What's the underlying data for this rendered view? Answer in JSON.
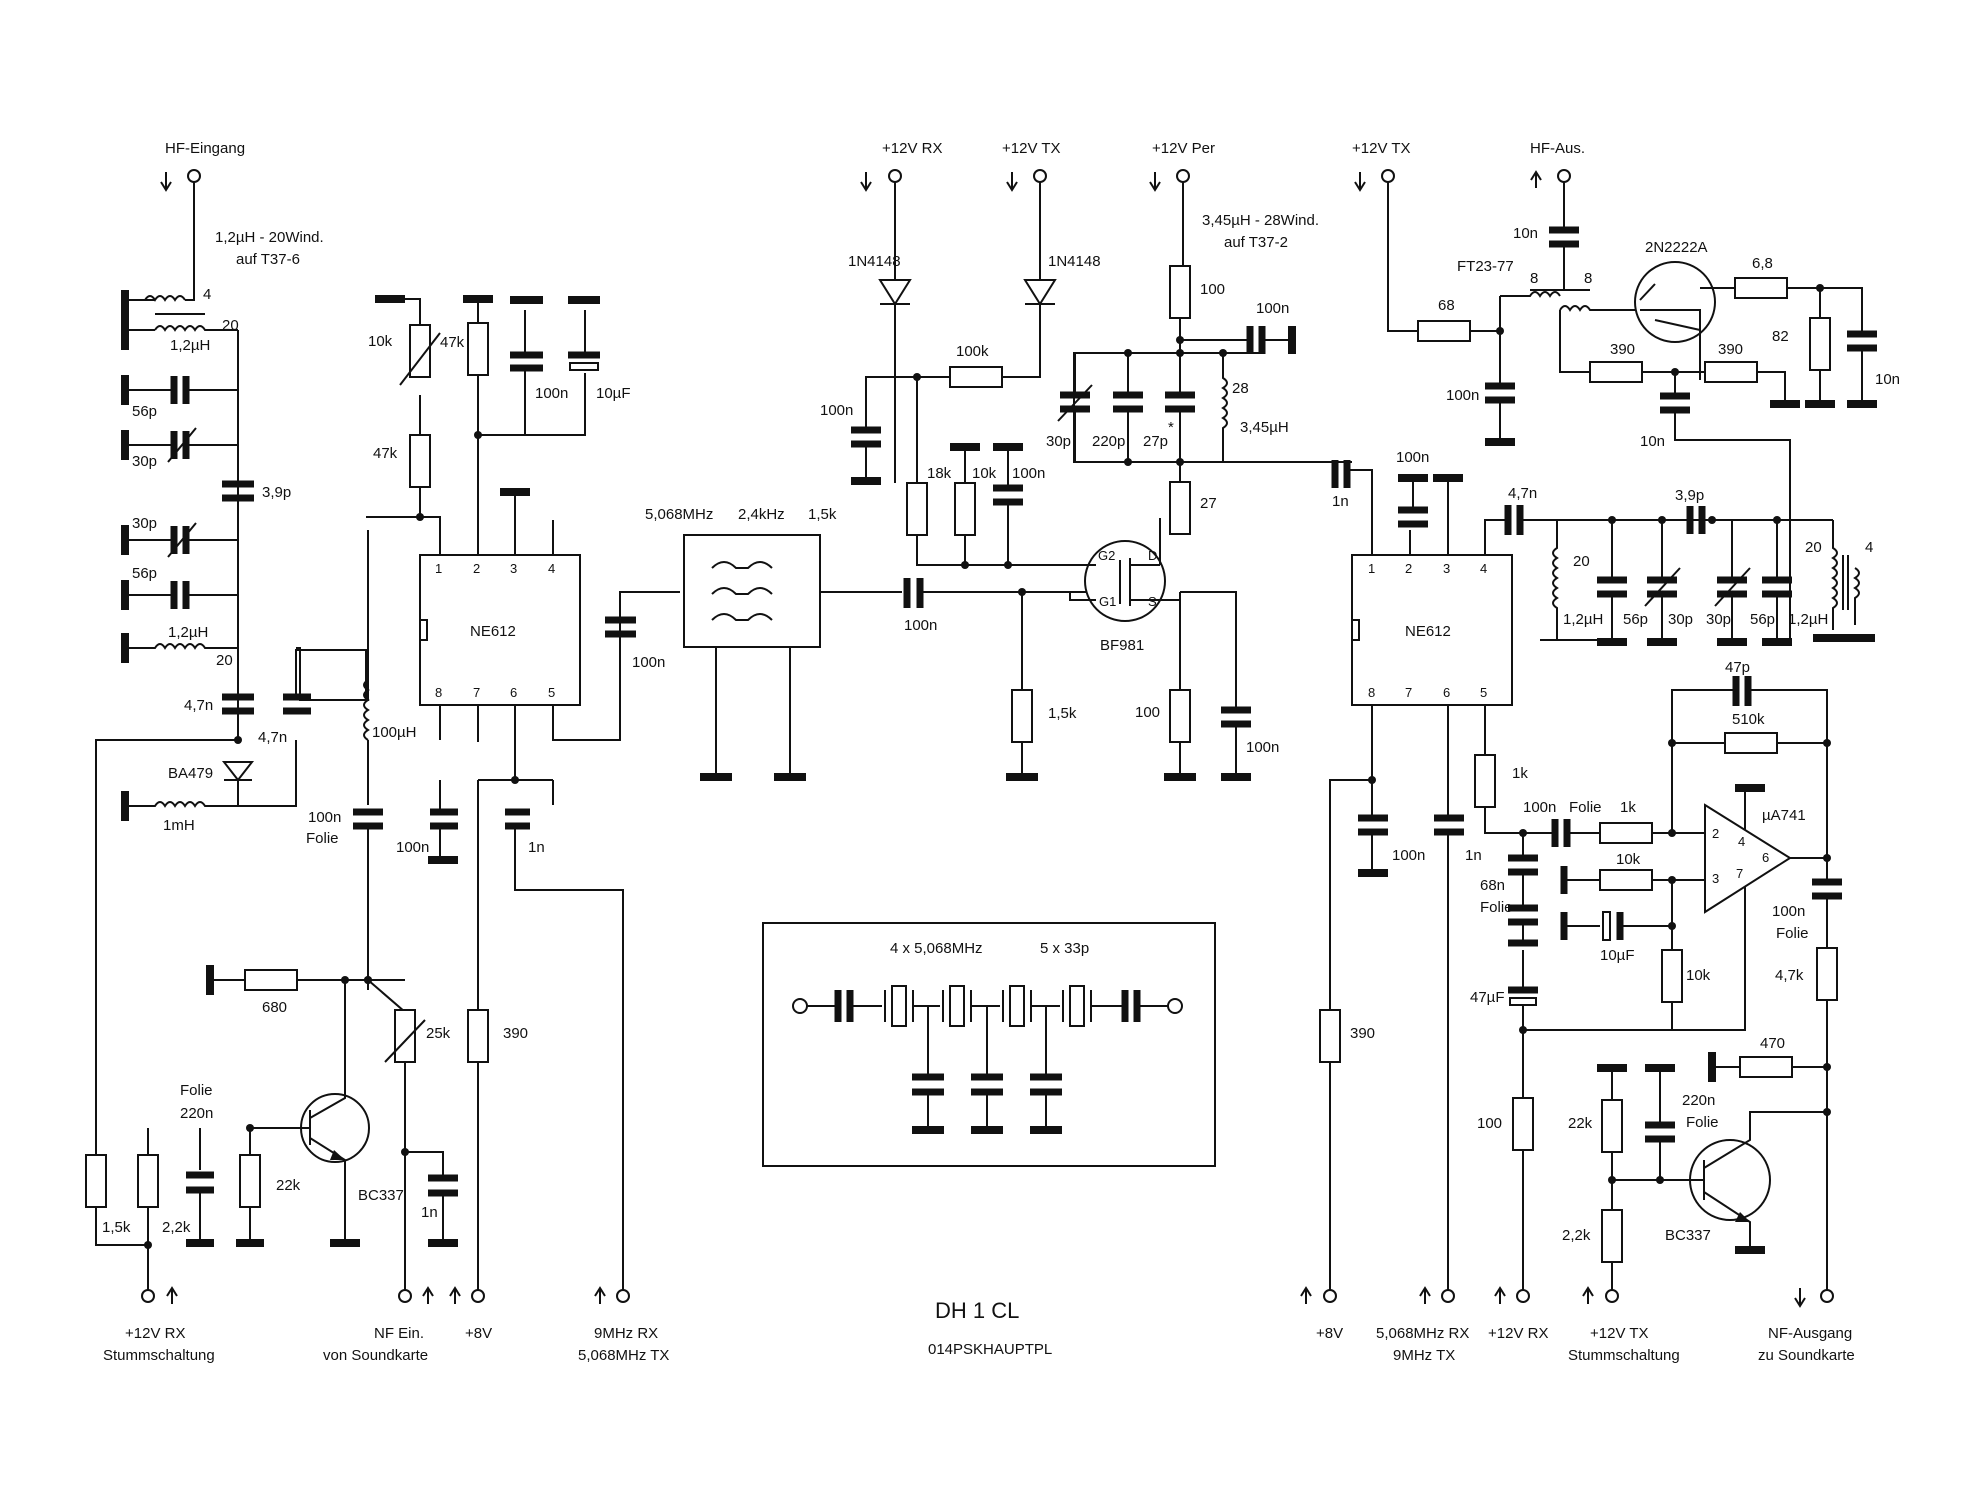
{
  "title": "DH 1 CL",
  "drawing_id": "014PSKHAUPTPL",
  "terminals": {
    "hf_in": "HF-Eingang",
    "rx12_left": "+12V RX",
    "mute_left": "Stummschaltung",
    "nf_in_1": "NF Ein.",
    "nf_in_2": "von Soundkarte",
    "p8v_left": "+8V",
    "if_left_1": "9MHz RX",
    "if_left_2": "5,068MHz TX",
    "rx12_top": "+12V RX",
    "tx12_top": "+12V TX",
    "per12_top": "+12V Per",
    "tx12_right_top": "+12V TX",
    "hf_out": "HF-Aus.",
    "p8v_right": "+8V",
    "if_right_1": "5,068MHz RX",
    "if_right_2": "9MHz TX",
    "rx12_right": "+12V RX",
    "tx12_right": "+12V TX",
    "mute_right": "Stummschaltung",
    "nf_out_1": "NF-Ausgang",
    "nf_out_2": "zu Soundkarte"
  },
  "ics": {
    "mixer_left": {
      "name": "NE612",
      "pins": [
        "1",
        "2",
        "3",
        "4",
        "8",
        "7",
        "6",
        "5"
      ]
    },
    "mixer_right": {
      "name": "NE612",
      "pins": [
        "1",
        "2",
        "3",
        "4",
        "8",
        "7",
        "6",
        "5"
      ]
    },
    "opamp": {
      "name": "µA741",
      "pins": [
        "2",
        "4",
        "3",
        "7",
        "6"
      ]
    }
  },
  "filter": {
    "freq": "5,068MHz",
    "bw": "2,4kHz",
    "z": "1,5k"
  },
  "crystal_box": {
    "crystals": "4 x 5,068MHz",
    "caps": "5 x 33p"
  },
  "labels": {
    "coil_in_1": "1,2µH - 20Wind.",
    "coil_in_2": "auf T37-6",
    "coil_osc_1": "3,45µH - 28Wind.",
    "coil_osc_2": "auf T37-2",
    "ft": "FT23-77",
    "n4": "4",
    "n20a": "20",
    "n20b": "20",
    "n28": "28",
    "n8a": "8",
    "n8b": "8",
    "n20c": "20",
    "n20d": "20",
    "n4b": "4",
    "l12a": "1,2µH",
    "l12b": "1,2µH",
    "l345": "3,45µH",
    "l12c": "1,2µH",
    "l12d": "1,2µH",
    "c56a": "56p",
    "c30a": "30p",
    "c39a": "3,9p",
    "c30b": "30p",
    "c56b": "56p",
    "c47a": "4,7n",
    "c47b": "4,7n",
    "ba479": "BA479",
    "l1m": "1mH",
    "r10k_pot": "10k",
    "r47k_a": "47k",
    "r47k_b": "47k",
    "c100n_a": "100n",
    "c10u_a": "10µF",
    "l100u": "100µH",
    "c100n_folie_a1": "100n",
    "c100n_folie_a2": "Folie",
    "c100n_b": "100n",
    "c1n_a": "1n",
    "c100n_c": "100n",
    "r680": "680",
    "r25k": "25k",
    "r390a": "390",
    "c1n_b": "1n",
    "folie_a": "Folie",
    "c220n_a": "220n",
    "r22k_a": "22k",
    "bc337_a": "BC337",
    "r15k_a": "1,5k",
    "r22k_b": "2,2k",
    "d1n4148a": "1N4148",
    "d1n4148b": "1N4148",
    "r100k": "100k",
    "c100n_d": "100n",
    "r18k": "18k",
    "r10k_b": "10k",
    "c100n_e": "100n",
    "c100n_f": "100n",
    "r15k_b": "1,5k",
    "r100_a": "100",
    "c100n_g": "100n",
    "bf981": "BF981",
    "g2": "G2",
    "g1": "G1",
    "d": "D",
    "s": "S",
    "r100_b": "100",
    "c100n_h": "100n",
    "c30c": "30p",
    "c220p": "220p",
    "c27p": "27p",
    "star": "*",
    "r27": "27",
    "c1n_c": "1n",
    "c100n_i": "100n",
    "r68": "68",
    "c100n_j": "100n",
    "c10n_a": "10n",
    "tr2n2222": "2N2222A",
    "r68b": "6,8",
    "r82": "82",
    "c10n_b": "10n",
    "r390b": "390",
    "r390c": "390",
    "c10n_c": "10n",
    "c47n_c": "4,7n",
    "c39p_b": "3,9p",
    "c56p_c": "56p",
    "c30p_d": "30p",
    "c30p_e": "30p",
    "c56p_f": "56p",
    "c47p": "47p",
    "r510k": "510k",
    "r1k_a": "1k",
    "c100n_folie_b1": "100n",
    "c100n_folie_b2": "Folie",
    "r1k_b": "1k",
    "r10k_c": "10k",
    "c68n_1": "68n",
    "c68n_2": "Folie",
    "c10u_b": "10µF",
    "r10k_d": "10k",
    "c47u": "47µF",
    "c100n_folie_c1": "100n",
    "c100n_folie_c2": "Folie",
    "r47k_c": "4,7k",
    "r470": "470",
    "c220n_b1": "220n",
    "c220n_b2": "Folie",
    "r22k_c": "22k",
    "r22k_d": "2,2k",
    "bc337_b": "BC337",
    "r100_c": "100",
    "c100n_k": "100n",
    "c1n_d": "1n",
    "r390d": "390"
  }
}
